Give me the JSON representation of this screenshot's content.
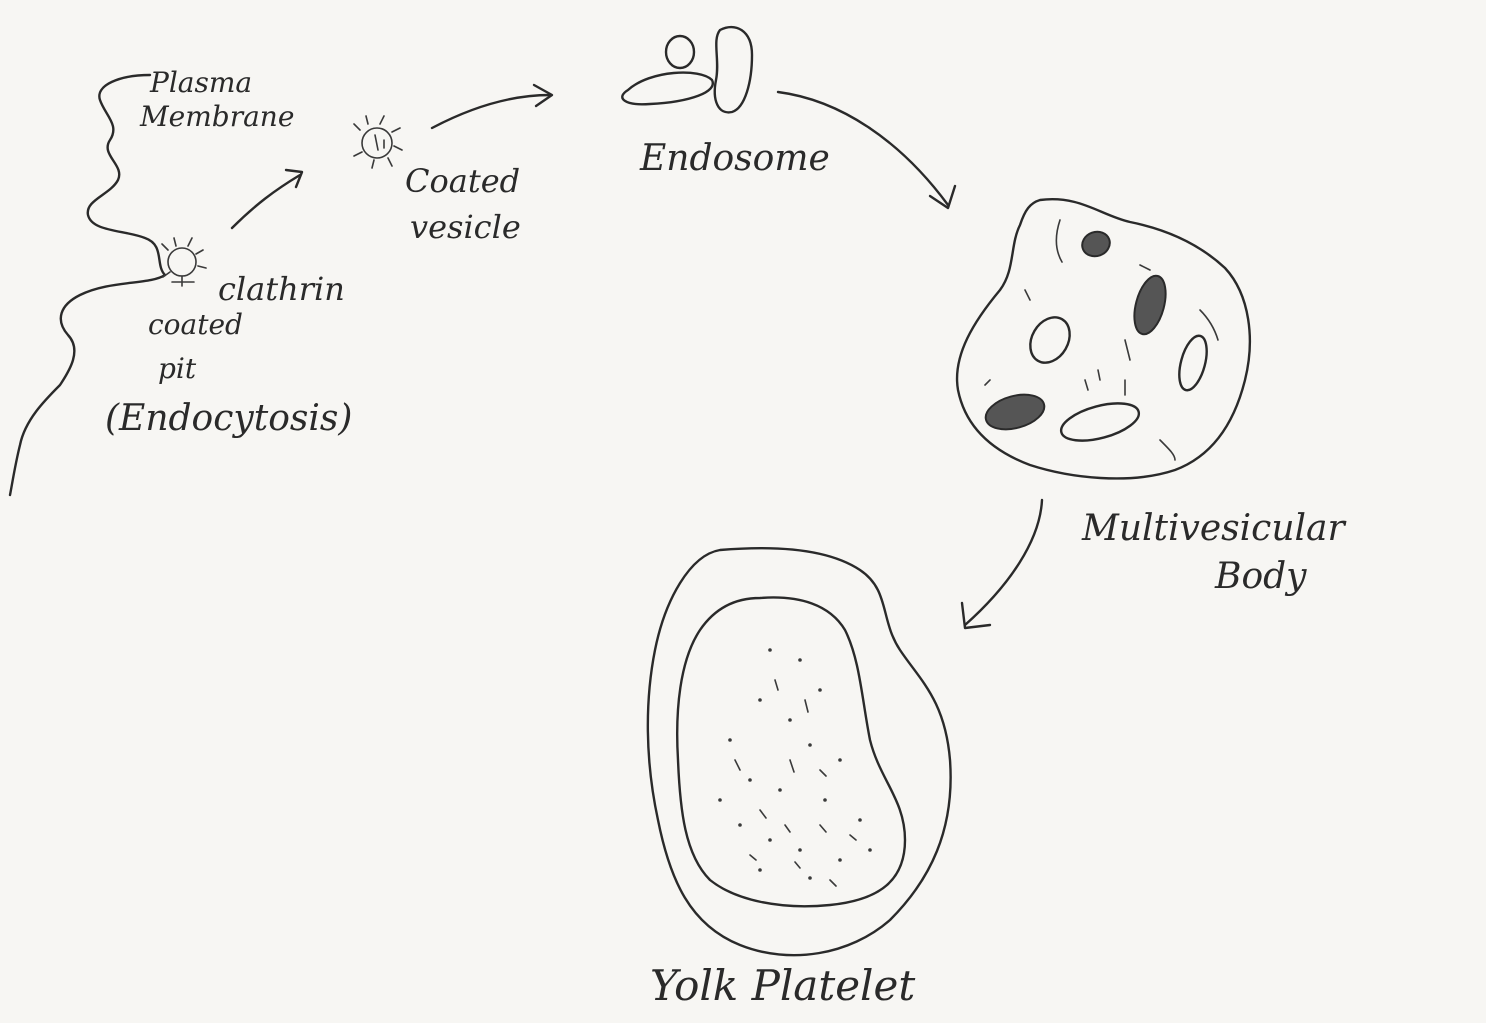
{
  "diagram": {
    "labels": {
      "plasma_membrane_line1": "Plasma",
      "plasma_membrane_line2": "Membrane",
      "coated_vesicle_line1": "Coated",
      "coated_vesicle_line2": "vesicle",
      "clathrin": "clathrin",
      "coated_pit_line1": "coated",
      "coated_pit_line2": "pit",
      "endocytosis": "(Endocytosis)",
      "endosome": "Endosome",
      "multivesicular_line1": "Multivesicular",
      "multivesicular_line2": "Body",
      "yolk_platelet": "Yolk Platelet"
    },
    "style": {
      "paper": "#f7f6f3",
      "ink": "#2a2a2a"
    }
  }
}
